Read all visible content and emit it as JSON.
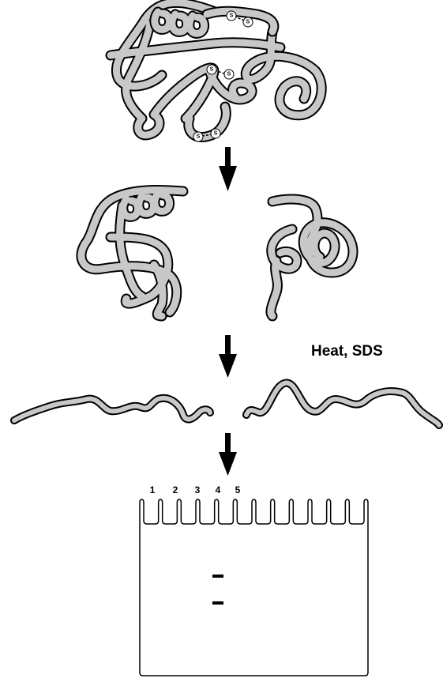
{
  "disulfide_label": "S",
  "step_label": "Heat, SDS",
  "lane_numbers": [
    "1",
    "2",
    "3",
    "4",
    "5"
  ],
  "colors": {
    "tube_fill": "#c8c8c8",
    "tube_outline": "#000000",
    "arrow": "#000000",
    "gel_outline": "#000000",
    "band": "#000000"
  }
}
